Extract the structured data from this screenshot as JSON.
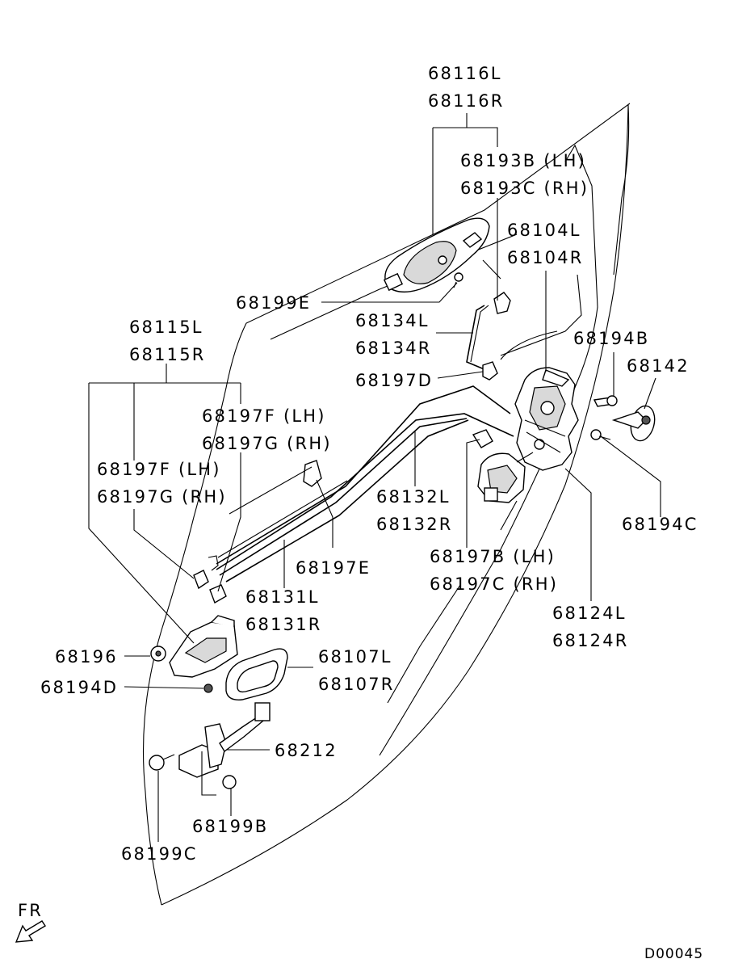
{
  "labels": {
    "p68116L": "68116L",
    "p68116R": "68116R",
    "p68193B": "68193B (LH)",
    "p68193C": "68193C (RH)",
    "p68104L": "68104L",
    "p68104R": "68104R",
    "p68199E": "68199E",
    "p68134L": "68134L",
    "p68134R": "68134R",
    "p68194B": "68194B",
    "p68142": "68142",
    "p68115L": "68115L",
    "p68115R": "68115R",
    "p68197D": "68197D",
    "p68197F_top": "68197F (LH)",
    "p68197G_top": "68197G (RH)",
    "p68197F_mid": "68197F (LH)",
    "p68197G_mid": "68197G (RH)",
    "p68132L": "68132L",
    "p68132R": "68132R",
    "p68194C": "68194C",
    "p68197E": "68197E",
    "p68197B": "68197B (LH)",
    "p68197C": "68197C (RH)",
    "p68131L": "68131L",
    "p68131R": "68131R",
    "p68124L": "68124L",
    "p68124R": "68124R",
    "p68196": "68196",
    "p68107L": "68107L",
    "p68107R": "68107R",
    "p68194D": "68194D",
    "p68212": "68212",
    "p68199B": "68199B",
    "p68199C": "68199C",
    "fr": "FR",
    "code": "D00045"
  }
}
